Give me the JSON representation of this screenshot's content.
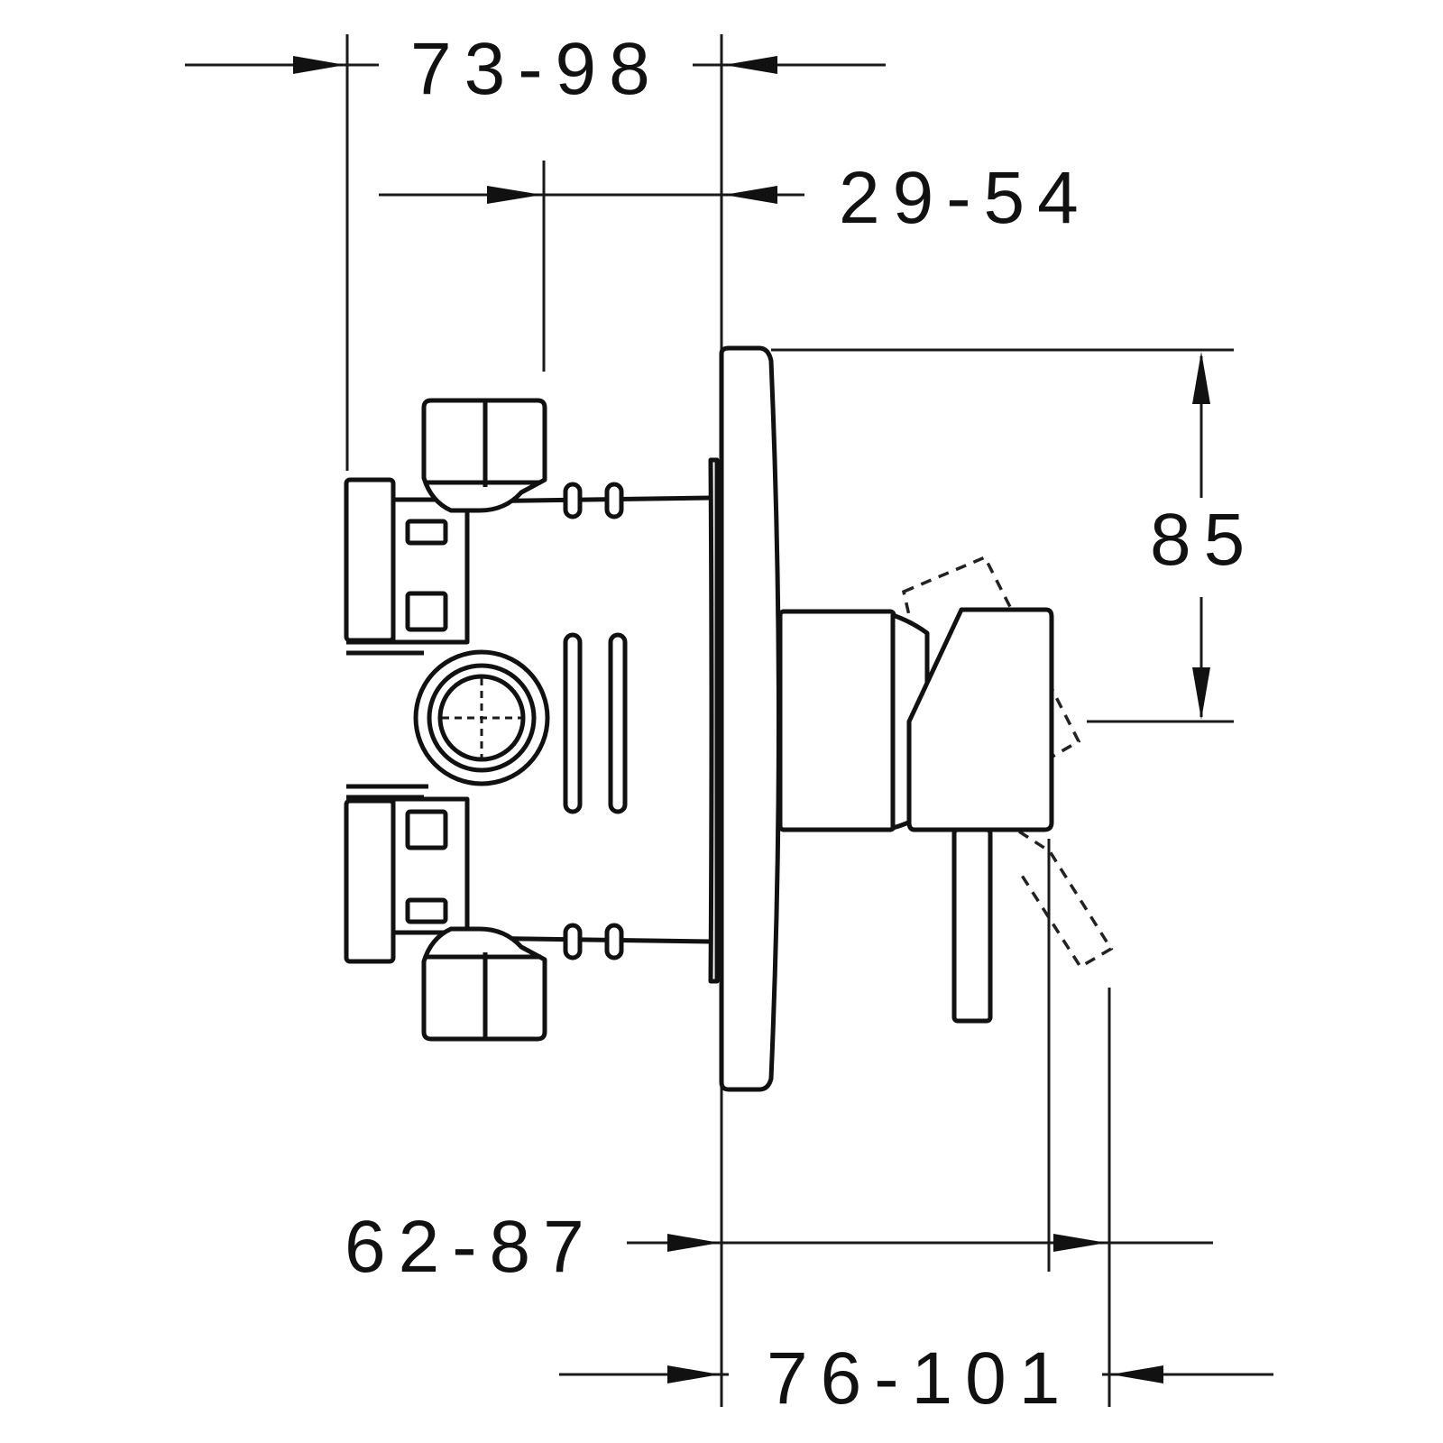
{
  "dimensions": {
    "top_width": "73-98",
    "inner_offset": "29-54",
    "height": "85",
    "lever_offset": "62-87",
    "total_depth": "76-101"
  }
}
